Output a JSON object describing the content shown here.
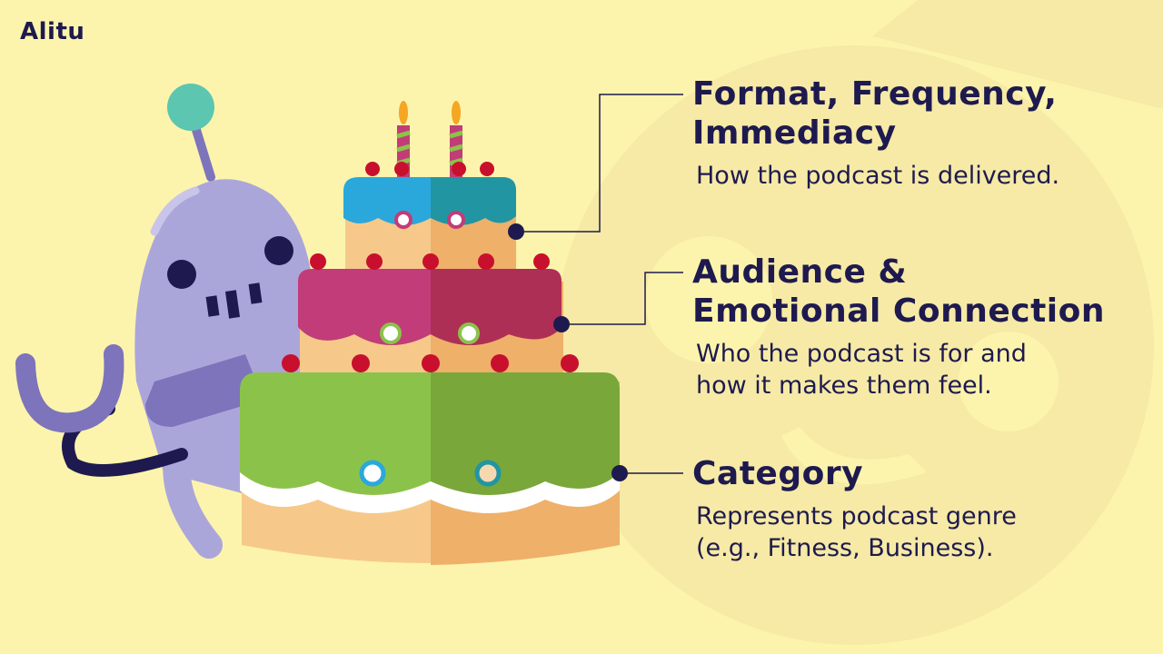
{
  "brand": {
    "logo_text": "Alitu"
  },
  "layers": [
    {
      "title_line1": "Format, Frequency,",
      "title_line2": "Immediacy",
      "description": "How the podcast is delivered."
    },
    {
      "title_line1": "Audience &",
      "title_line2": "Emotional Connection",
      "description_line1": "Who the podcast is for and",
      "description_line2": "how it makes them feel."
    },
    {
      "title_line1": "Category",
      "description_line1": "Represents podcast genre",
      "description_line2": "(e.g., Fitness, Business)."
    }
  ],
  "colors": {
    "background": "#fcf4ac",
    "text": "#1e1a4f",
    "top_tier": "#2aa8dc",
    "middle_tier": "#c13c78",
    "bottom_tier": "#8bc34a",
    "robot": "#aba6da"
  }
}
